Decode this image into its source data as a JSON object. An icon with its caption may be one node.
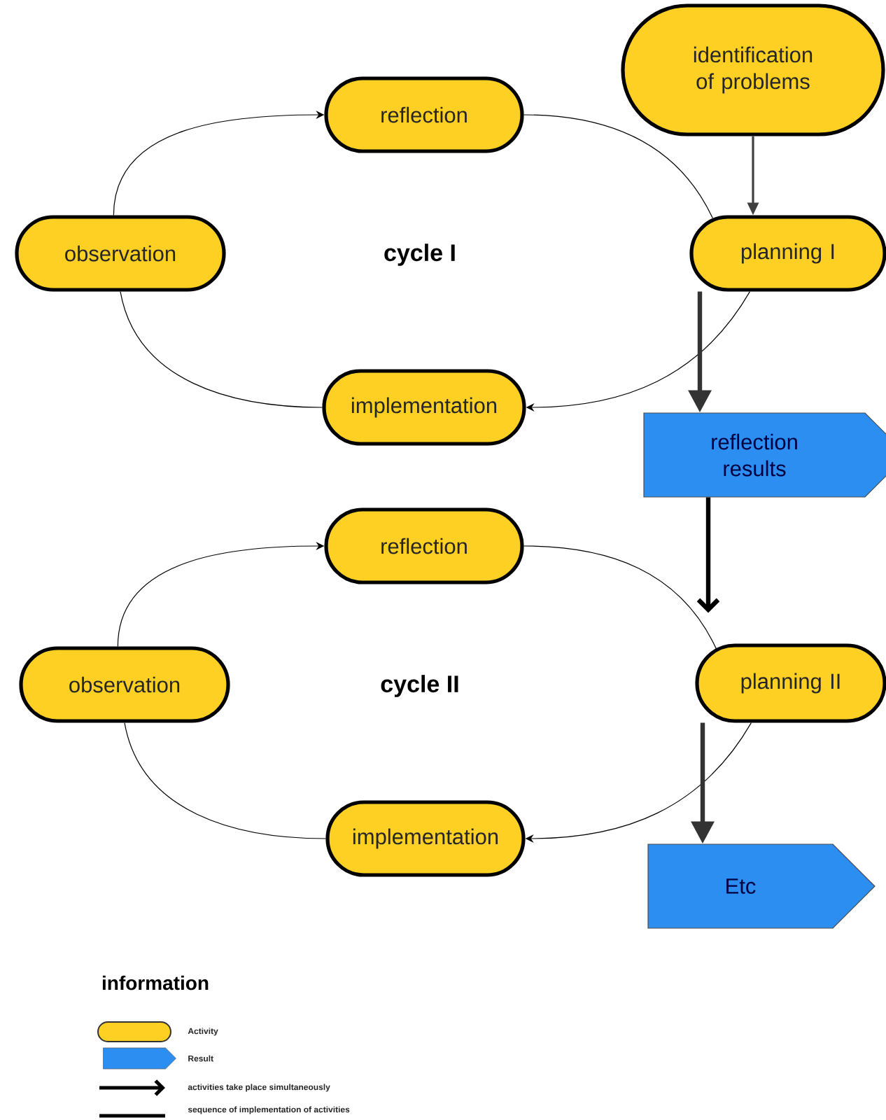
{
  "diagram": {
    "nodes": [
      {
        "text": [
          "identification of problems"
        ]
      },
      {
        "text": [
          "reflection"
        ]
      },
      {
        "text": [
          "observation"
        ]
      },
      {
        "text": [
          "planning I"
        ]
      },
      {
        "text": [
          "implementation"
        ]
      },
      {
        "text": [
          "reflection results"
        ]
      },
      {
        "text": [
          "reflection"
        ]
      },
      {
        "text": [
          "observation"
        ]
      },
      {
        "text": [
          "planning II"
        ]
      },
      {
        "text": [
          "implementation"
        ]
      },
      {
        "text": [
          "Etc"
        ]
      }
    ],
    "edges": [
      {
        "from": 0,
        "to": 3,
        "arrow": "to"
      },
      {
        "from": 2,
        "to": 1,
        "arrow": "to"
      },
      {
        "from": 1,
        "to": 3,
        "arrow": "none"
      },
      {
        "from": 3,
        "to": 4,
        "arrow": "to"
      },
      {
        "from": 4,
        "to": 2,
        "arrow": "none"
      },
      {
        "from": 3,
        "to": 5,
        "arrow": "to",
        "style": "thick"
      },
      {
        "from": 5,
        "to": 8,
        "arrow": "to",
        "style": "thick"
      },
      {
        "from": 7,
        "to": 6,
        "arrow": "to"
      },
      {
        "from": 6,
        "to": 8,
        "arrow": "none"
      },
      {
        "from": 8,
        "to": 9,
        "arrow": "to"
      },
      {
        "from": 9,
        "to": 7,
        "arrow": "none"
      },
      {
        "from": 8,
        "to": 10,
        "arrow": "to",
        "style": "thick"
      }
    ],
    "labels": [
      "cycle I",
      "cycle II",
      "information"
    ],
    "legend": [
      {
        "text": "Activity",
        "color": "#fdd023"
      },
      {
        "text": "Result",
        "color": "#2b8ef0"
      },
      {
        "text": "activities take place simultaneously"
      },
      {
        "text": "sequence of implementation of activities"
      }
    ]
  }
}
